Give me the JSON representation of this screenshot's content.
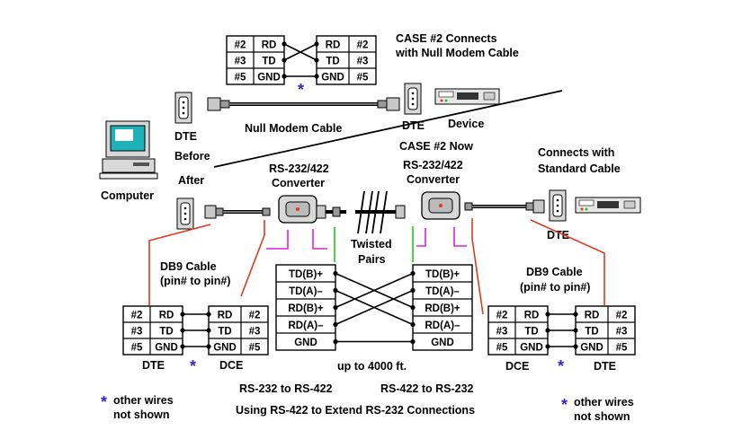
{
  "case2_null": {
    "line1": "CASE #2 Connects",
    "line2": "with Null Modem Cable"
  },
  "case2_std": {
    "line1": "CASE #2 Now",
    "line2": "Connects with",
    "line3": "Standard Cable"
  },
  "labels": {
    "dte_top": "DTE",
    "dte_top_right": "DTE",
    "device": "Device",
    "null_modem_cable": "Null Modem Cable",
    "before": "Before",
    "after": "After",
    "computer": "Computer",
    "dte_right": "DTE",
    "conv_left_1": "RS-232/422",
    "conv_left_2": "Converter",
    "conv_right_1": "RS-232/422",
    "conv_right_2": "Converter",
    "twisted_1": "Twisted",
    "twisted_2": "Pairs",
    "db9_left_1": "DB9 Cable",
    "db9_left_2": "(pin# to pin#)",
    "db9_right_1": "DB9 Cable",
    "db9_right_2": "(pin# to pin#)",
    "dte_left_bottom": "DTE",
    "dce_left_bottom": "DCE",
    "dce_right_bottom": "DCE",
    "dte_right_bottom": "DTE",
    "up_to": "up to 4000 ft.",
    "rs232_to_422": "RS-232 to RS-422",
    "rs422_to_232": "RS-422 to RS-232",
    "caption": "Using RS-422 to Extend RS-232 Connections",
    "note_left_1": "other wires",
    "note_left_2": "not shown",
    "note_right_1": "other wires",
    "note_right_2": "not shown",
    "asterisk": "*"
  },
  "pin_table_top_left": [
    [
      "#2",
      "RD"
    ],
    [
      "#3",
      "TD"
    ],
    [
      "#5",
      "GND"
    ]
  ],
  "pin_table_top_right": [
    [
      "RD",
      "#2"
    ],
    [
      "TD",
      "#3"
    ],
    [
      "GND",
      "#5"
    ]
  ],
  "pin_table_bl_left": [
    [
      "#2",
      "RD"
    ],
    [
      "#3",
      "TD"
    ],
    [
      "#5",
      "GND"
    ]
  ],
  "pin_table_bl_right": [
    [
      "RD",
      "#2"
    ],
    [
      "TD",
      "#3"
    ],
    [
      "GND",
      "#5"
    ]
  ],
  "pin_table_br_left": [
    [
      "#2",
      "RD"
    ],
    [
      "#3",
      "TD"
    ],
    [
      "#5",
      "GND"
    ]
  ],
  "pin_table_br_right": [
    [
      "RD",
      "#2"
    ],
    [
      "TD",
      "#3"
    ],
    [
      "GND",
      "#5"
    ]
  ],
  "rs422_left": [
    "TD(B)+",
    "TD(A)–",
    "RD(B)+",
    "RD(A)–",
    "GND"
  ],
  "rs422_right": [
    "TD(B)+",
    "TD(A)–",
    "RD(B)+",
    "RD(A)–",
    "GND"
  ],
  "colors": {
    "red_wire": "#e03a1e",
    "magenta_wire": "#e020e0",
    "green_wire": "#22c422",
    "asterisk": "#3a20c8"
  }
}
